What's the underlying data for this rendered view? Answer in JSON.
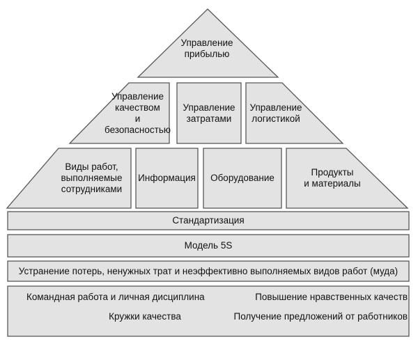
{
  "colors": {
    "fill": "#e3e3e3",
    "stroke": "#575757",
    "text": "#111111",
    "background": "#ffffff"
  },
  "pyramid": {
    "top": {
      "label": "Управление\nприбылью"
    },
    "level2": [
      {
        "label": "Управление\nкачеством\nи безопасностью"
      },
      {
        "label": "Управление\nзатратами"
      },
      {
        "label": "Управление\nлогистикой"
      }
    ],
    "level3": [
      {
        "label": "Виды работ,\nвыполняемые\nсотрудниками"
      },
      {
        "label": "Информация"
      },
      {
        "label": "Оборудование"
      },
      {
        "label": "Продукты\nи материалы"
      }
    ]
  },
  "bars": [
    {
      "label": "Стандартизация"
    },
    {
      "label": "Модель 5S"
    },
    {
      "label": "Устранение потерь, ненужных трат и неэффективно выполняемых видов работ (муда)"
    }
  ],
  "foundation": {
    "row1_left": "Командная работа и личная дисциплина",
    "row1_right": "Повышение нравственных качеств",
    "row2_left": "Кружки качества",
    "row2_right": "Получение предложений от работников"
  }
}
